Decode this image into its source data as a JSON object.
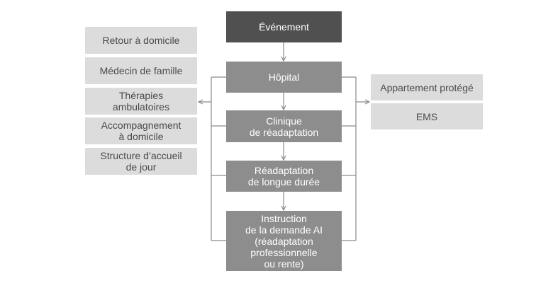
{
  "diagram": {
    "event": "Événement",
    "center": [
      "Hôpital",
      "Clinique\nde réadaptation",
      "Réadaptation\nde longue durée",
      "Instruction\nde la demande AI\n(réadaptation\nprofessionnelle\nou rente)"
    ],
    "left": [
      "Retour à domicile",
      "Médecin de famille",
      "Thérapies\nambulatoires",
      "Accompagnement\nà domicile",
      "Structure d’accueil\nde jour"
    ],
    "right": [
      "Appartement protégé",
      "EMS"
    ],
    "colors": {
      "event_box": "#505050",
      "center_box": "#8d8d8d",
      "side_box": "#dcdcdc",
      "line": "#8a8a8a"
    }
  }
}
